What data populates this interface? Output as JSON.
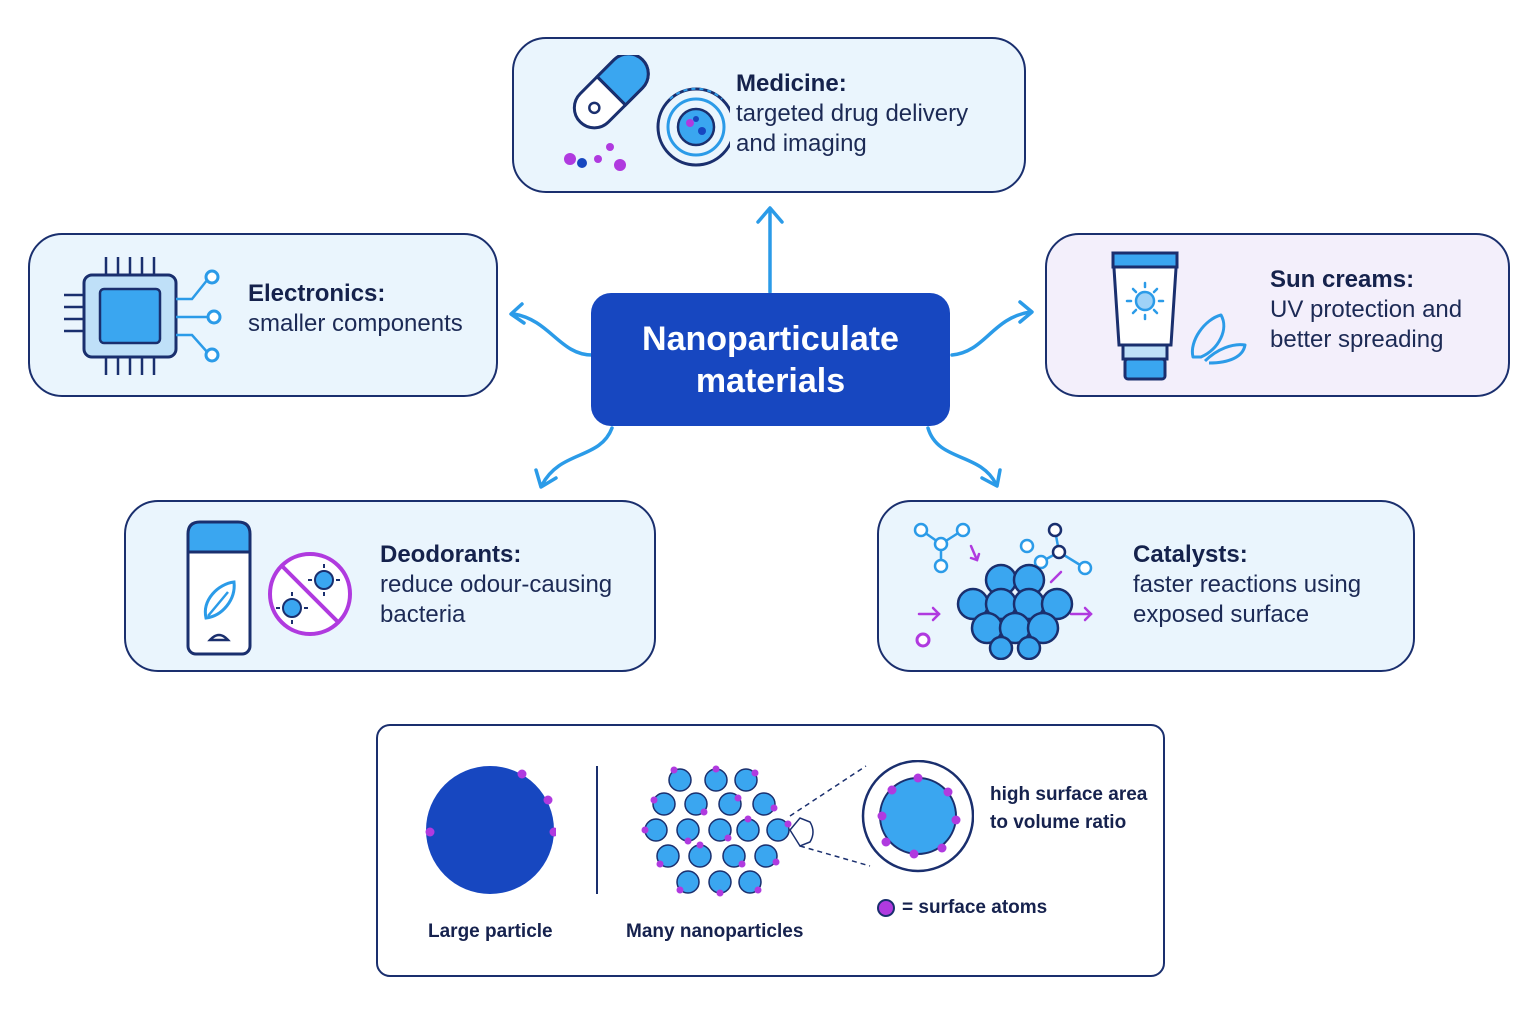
{
  "center": {
    "title": "Nanoparticulate materials"
  },
  "cards": {
    "medicine": {
      "title": "Medicine:",
      "desc1": "targeted drug delivery",
      "desc2": "and imaging",
      "icon": "capsule-and-target-icon"
    },
    "electronics": {
      "title": "Electronics:",
      "desc1": "smaller components",
      "icon": "microchip-icon"
    },
    "sun_creams": {
      "title": "Sun creams:",
      "desc1": "UV protection and",
      "desc2": "better spreading",
      "icon": "sunscreen-tube-icon"
    },
    "deodorants": {
      "title": "Deodorants:",
      "desc1": "reduce odour-causing",
      "desc2": "bacteria",
      "icon": "deodorant-stick-icon"
    },
    "catalysts": {
      "title": "Catalysts:",
      "desc1": "faster reactions using",
      "desc2": "exposed surface",
      "icon": "catalyst-cluster-icon"
    }
  },
  "legend": {
    "large_particle": "Large particle",
    "many_nanoparticles": "Many nanoparticles",
    "ratio_line1": "high surface area",
    "ratio_line2": "to volume ratio",
    "surface_atoms": "= surface atoms"
  },
  "colors": {
    "primary": "#1747c0",
    "accent_blue": "#2b9be8",
    "particle_blue": "#3aa6f0",
    "surface_atom": "#b03adf",
    "outline": "#1a2f6e"
  }
}
